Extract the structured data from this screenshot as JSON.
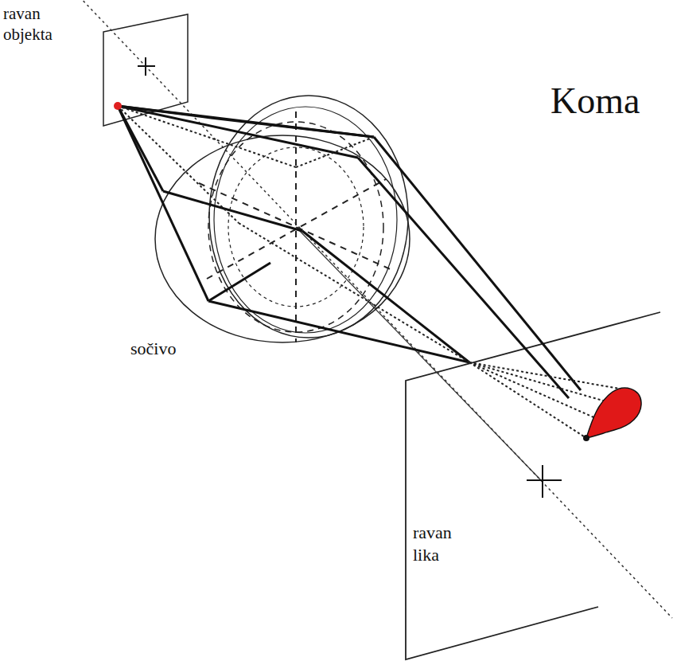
{
  "diagram": {
    "title": "Koma",
    "labels": [
      "ravan objekta",
      "sočivo",
      "ravan lika"
    ]
  }
}
